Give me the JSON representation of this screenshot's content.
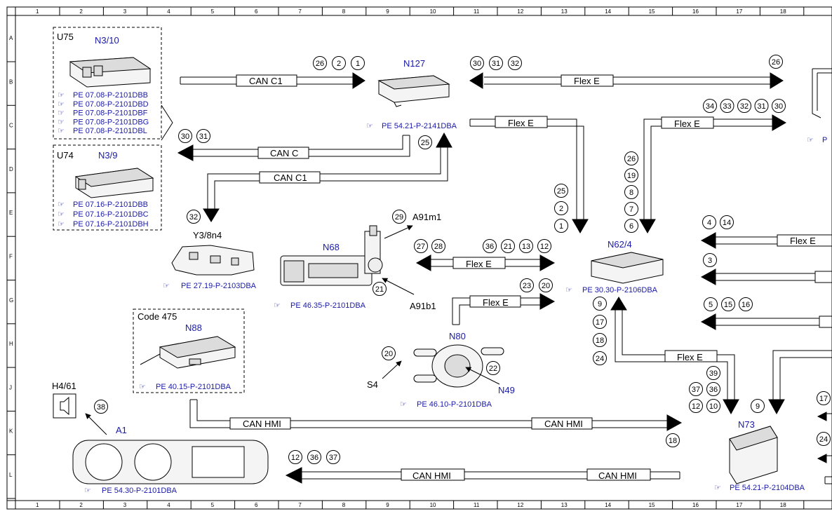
{
  "grid": {
    "columns": [
      "1",
      "2",
      "3",
      "4",
      "5",
      "6",
      "7",
      "8",
      "9",
      "10",
      "11",
      "12",
      "13",
      "14",
      "15",
      "16",
      "17",
      "18"
    ],
    "rows": [
      "A",
      "B",
      "C",
      "D",
      "E",
      "F",
      "G",
      "H",
      "J",
      "K",
      "L"
    ]
  },
  "groups": {
    "u75": {
      "label": "U75",
      "code": "N3/10",
      "refs": [
        "PE 07.08-P-2101DBB",
        "PE 07.08-P-2101DBD",
        "PE 07.08-P-2101DBF",
        "PE 07.08-P-2101DBG",
        "PE 07.08-P-2101DBL"
      ]
    },
    "u74": {
      "label": "U74",
      "code": "N3/9",
      "refs": [
        "PE 07.16-P-2101DBB",
        "PE 07.16-P-2101DBC",
        "PE 07.16-P-2101DBH"
      ]
    },
    "code475": {
      "label": "Code 475",
      "code": "N88",
      "ref": "PE 40.15-P-2101DBA"
    }
  },
  "components": {
    "n127": {
      "code": "N127",
      "ref": "PE 54.21-P-2141DBA"
    },
    "y3": {
      "code": "Y3/8n4",
      "ref": "PE 27.19-P-2103DBA"
    },
    "n68": {
      "code": "N68",
      "ref": "PE 46.35-P-2101DBA",
      "a91m1": "A91m1",
      "a91b1": "A91b1"
    },
    "n62": {
      "code": "N62/4",
      "ref": "PE 30.30-P-2106DBA"
    },
    "n80": {
      "code": "N80",
      "ref": "PE 46.10-P-2101DBA",
      "s4": "S4",
      "n49": "N49"
    },
    "h4": {
      "code": "H4/61"
    },
    "a1": {
      "code": "A1",
      "ref": "PE 54.30-P-2101DBA"
    },
    "n73": {
      "code": "N73",
      "ref": "PE 54.21-P-2104DBA"
    },
    "right_top_ref": "P"
  },
  "buses": {
    "can_c1": "CAN C1",
    "can_c": "CAN C",
    "flex_e": "Flex E",
    "can_hmi": "CAN HMI"
  },
  "connectors": {
    "c_top_can": [
      "26",
      "2",
      "1"
    ],
    "c_top_flex": [
      "30",
      "31",
      "32"
    ],
    "c_top_right": [
      "26"
    ],
    "c_flex_right": [
      "34",
      "33",
      "32",
      "31",
      "30"
    ],
    "c_canc_left": [
      "30",
      "31"
    ],
    "c_n127_down": [
      "25"
    ],
    "c_y3": [
      "32"
    ],
    "c_a91m1": [
      "29"
    ],
    "c_a91b1": [
      "21"
    ],
    "c_n68_left": [
      "27",
      "28"
    ],
    "c_n68_right": [
      "36",
      "21",
      "13",
      "12"
    ],
    "c_flex_n80": [
      "23",
      "20"
    ],
    "c_n62_left_col": [
      "25",
      "2",
      "1"
    ],
    "c_n62_top_col": [
      "26",
      "19",
      "8",
      "7",
      "6"
    ],
    "c_n62_below": [
      "9",
      "17",
      "18",
      "24"
    ],
    "c_flex_e_right1": [
      "4",
      "14"
    ],
    "c_right2": [
      "3"
    ],
    "c_right3": [
      "5",
      "15",
      "16"
    ],
    "c_s4": [
      "20"
    ],
    "c_n49": [
      "22"
    ],
    "c_h4": [
      "38"
    ],
    "c_canhmi_18": [
      "18"
    ],
    "c_canhmi_bottom": [
      "12",
      "36",
      "37"
    ],
    "c_n73_a": [
      "39"
    ],
    "c_n73_b": [
      "37",
      "36"
    ],
    "c_n73_c": [
      "12",
      "10"
    ],
    "c_n73_right": [
      "9"
    ],
    "c_edge": [
      "17",
      "24"
    ]
  },
  "colors": {
    "ink": "#000000",
    "link_blue": "#1a1aa8"
  }
}
